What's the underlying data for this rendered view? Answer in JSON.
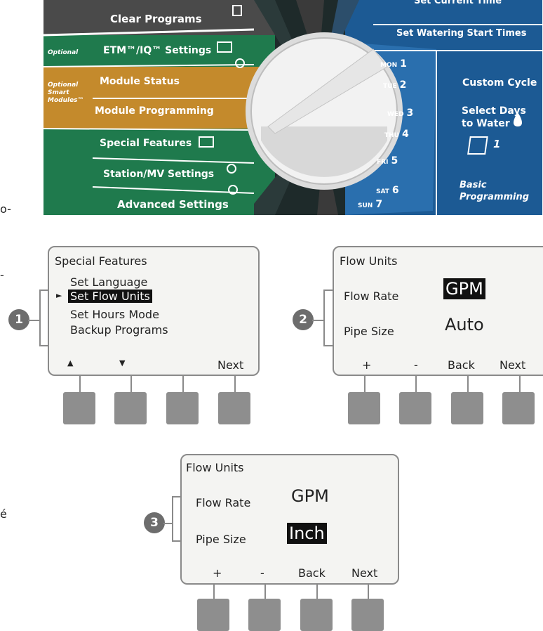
{
  "panel": {
    "left_labels": {
      "clear_programs": "Clear Programs",
      "etm_optional": "Optional",
      "etm_settings": "ETM™/IQ™ Settings",
      "smart_optional": "Optional",
      "smart": "Smart",
      "modules_tm": "Modules™",
      "module_status": "Module Status",
      "module_programming": "Module Programming",
      "special_features": "Special Features",
      "station_mv_settings": "Station/MV Settings",
      "advanced_settings": "Advanced Settings"
    },
    "right_labels": {
      "set_current_time": "Set Current Time",
      "set_watering_start_times": "Set Watering Start Times",
      "custom_cycle": "Custom Cycle",
      "select_days": "Select Days",
      "to_water": "to Water",
      "basic": "Basic",
      "programming": "Programming"
    },
    "days": [
      {
        "day": "MON",
        "num": "1"
      },
      {
        "day": "TUE",
        "num": "2"
      },
      {
        "day": "WED",
        "num": "3"
      },
      {
        "day": "THU",
        "num": "4"
      },
      {
        "day": "FRI",
        "num": "5"
      },
      {
        "day": "SAT",
        "num": "6"
      },
      {
        "day": "SUN",
        "num": "7"
      }
    ],
    "calendar_glyph": "1"
  },
  "cut_text": [
    "o-",
    "-",
    "é"
  ],
  "screen1": {
    "marker": "1",
    "title": "Special Features",
    "items": [
      "Set Language",
      "Set Flow Units",
      "Set Hours Mode",
      "Backup Programs"
    ],
    "pointer": "►",
    "softkeys": [
      "▲",
      "▼",
      "",
      "Next"
    ]
  },
  "screen2": {
    "marker": "2",
    "title": "Flow Units",
    "flow_rate_label": "Flow Rate",
    "flow_rate_value": "GPM",
    "pipe_size_label": "Pipe Size",
    "pipe_size_value": "Auto",
    "softkeys": [
      "+",
      "-",
      "Back",
      "Next"
    ]
  },
  "screen3": {
    "marker": "3",
    "title": "Flow Units",
    "flow_rate_label": "Flow Rate",
    "flow_rate_value": "GPM",
    "pipe_size_label": "Pipe Size",
    "pipe_size_value": "Inch",
    "softkeys": [
      "+",
      "-",
      "Back",
      "Next"
    ]
  },
  "colors": {
    "green": "#1f7a4d",
    "gold": "#c48a2c",
    "gray": "#4a4a4a",
    "blue": "#1c5a94",
    "marker": "#6d6d6d",
    "button": "#8e8e8e"
  }
}
